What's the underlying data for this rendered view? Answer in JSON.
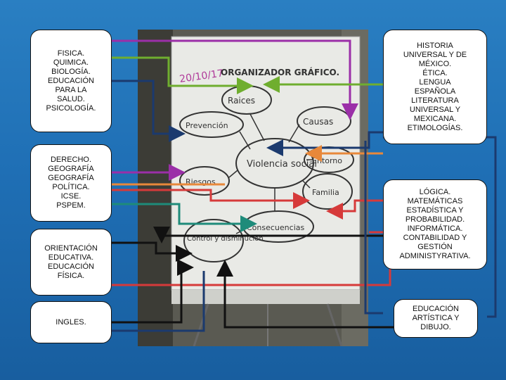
{
  "boxes": {
    "science": "FISICA.\nQUIMICA.\nBIOLOGÍA.\nEDUCACIÓN\nPARA LA\nSALUD.\nPSICOLOGÍA.",
    "law_geo": "DERECHO.\nGEOGRAFÍA\nGEOGRAFÍA\nPOLÍTICA.\nICSE.\nPSPEM.",
    "orientation": "ORIENTACIÓN\nEDUCATIVA.\nEDUCACIÓN\nFÍSICA.",
    "english": "INGLES.",
    "history": "HISTORIA\nUNIVERSAL Y DE\nMÉXICO.\nÉTICA.\nLENGUA\nESPAÑOLA\nLITERATURA\nUNIVERSAL Y\nMEXICANA.\nETIMOLOGÍAS.",
    "logic": "LÓGICA.\nMATEMÁTICAS\nESTADÍSTICA Y\nPROBABILIDAD.\nINFORMÁTICA.\nCONTABILIDAD Y\nGESTIÓN\nADMINISTYRATIVA.",
    "arts": "EDUCACIÓN\nARTÍSTICA Y\nDIBUJO."
  },
  "board": {
    "date": "20/10/17",
    "title": "ORGANIZADOR GRÁFICO.",
    "center": "Violencia social",
    "raices": "Raices",
    "causas": "Causas",
    "prevencion": "Prevención",
    "entorno": "Entorno",
    "riesgos": "Riesgos",
    "familia": "Familia",
    "consecuencias": "Consecuencias",
    "control": "Control y disminución"
  },
  "colors": {
    "purple": "#9b2fa8",
    "green": "#6fae2f",
    "navy": "#1b3a6e",
    "black": "#111111",
    "orange": "#e8883a",
    "red": "#d63a3a",
    "teal": "#1e8b7a"
  }
}
